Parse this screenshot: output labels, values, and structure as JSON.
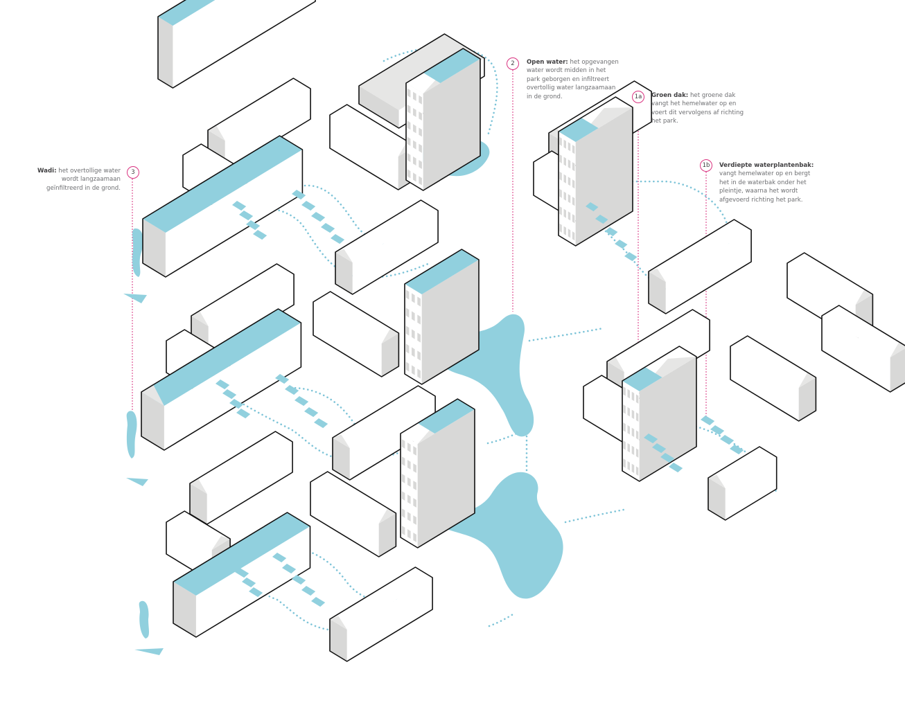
{
  "colors": {
    "water": "#91d0de",
    "roof_grey": "#e6e6e5",
    "facade_grey": "#d8d8d7",
    "outline": "#111111",
    "marker_line": "#d9317f",
    "flow_dots": "#7ec4d8",
    "text_grey": "#6d6e71"
  },
  "annotations": [
    {
      "id": "wadi",
      "number": "3",
      "title": "Wadi:",
      "lines": [
        "het overtollige water",
        "wordt langzaamaan",
        "geïnfiltreerd in de grond."
      ]
    },
    {
      "id": "open-water",
      "number": "2",
      "title": "Open water:",
      "lines": [
        "het opgevangen",
        "water wordt midden in het",
        "park geborgen en infiltreert",
        "overtollig water langzaamaan",
        "in de grond."
      ]
    },
    {
      "id": "groen-dak",
      "number": "1a",
      "title": "Groen dak:",
      "lines": [
        "het groene dak",
        "vangt het hemelwater op en",
        "voert dit vervolgens af richting",
        "het park."
      ]
    },
    {
      "id": "waterplantenbak",
      "number": "1b",
      "title": "Verdiepte waterplantenbak:",
      "lines": [
        "vangt hemelwater op en bergt",
        "het in de waterbak onder het",
        "pleintje, waarna het wordt",
        "afgevoerd richting het park."
      ]
    }
  ]
}
